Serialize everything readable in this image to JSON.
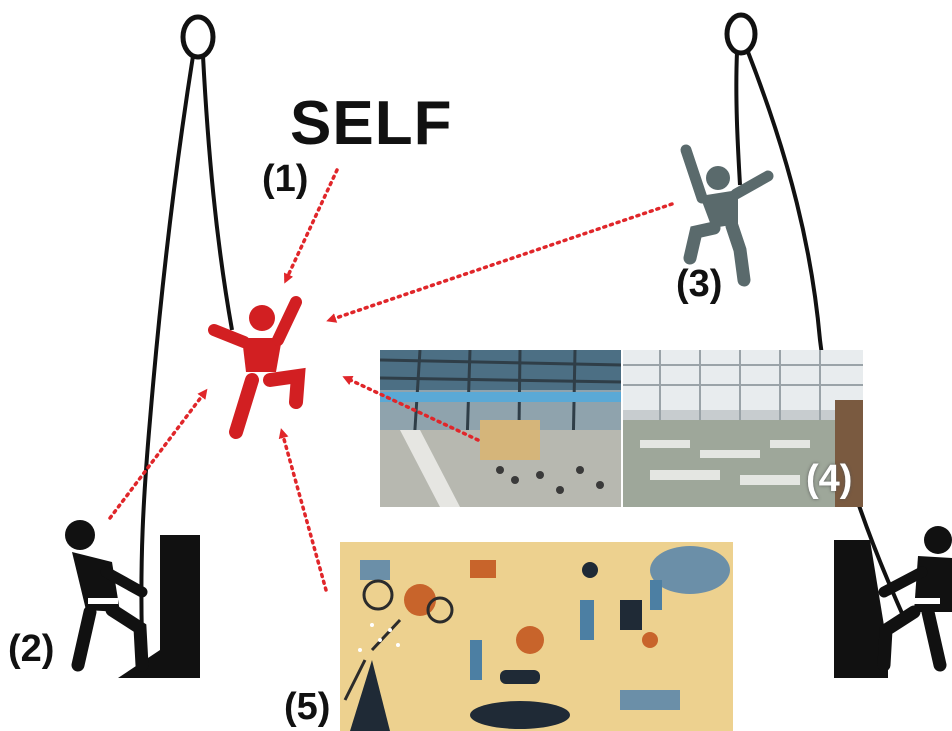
{
  "title": "SELF",
  "labels": {
    "l1": "(1)",
    "l2": "(2)",
    "l3": "(3)",
    "l4": "(4)",
    "l5": "(5)"
  },
  "colors": {
    "self_climber": "#d21f22",
    "peer_climber": "#5a6a6c",
    "belayer": "#111111",
    "arrow": "#e0262a",
    "rope": "#111111"
  },
  "icons": {
    "self": "climber-icon",
    "peer": "climber-icon",
    "belayer": "belayer-icon",
    "workspace": "workspace-photo",
    "society": "society-illustration"
  }
}
